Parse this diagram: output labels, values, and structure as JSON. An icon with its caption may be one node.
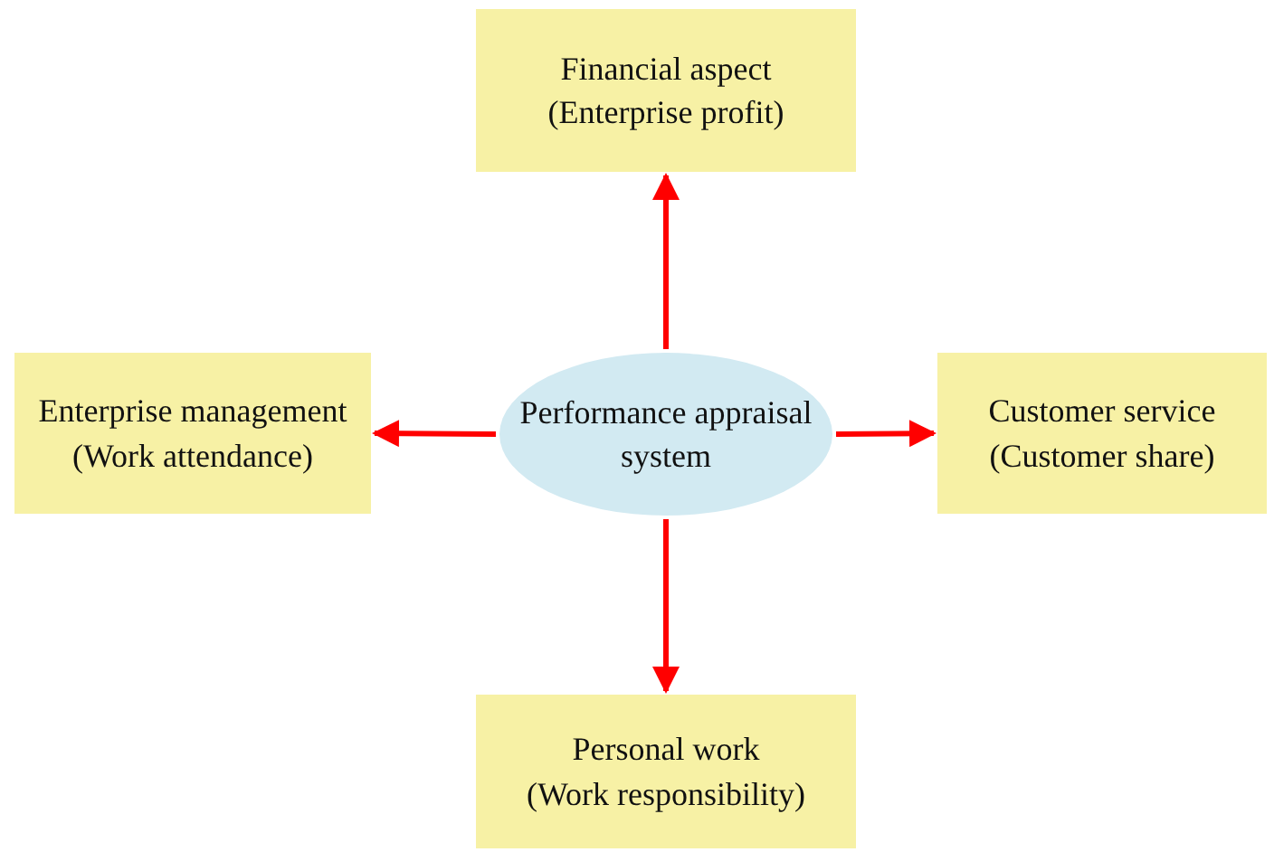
{
  "diagram": {
    "nodes": [
      {
        "text": [
          "Financial aspect",
          "(Enterprise profit)"
        ]
      },
      {
        "text": [
          "Enterprise management",
          "(Work attendance)"
        ]
      },
      {
        "text": [
          "Performance appraisal system"
        ]
      },
      {
        "text": [
          "Customer service",
          "(Customer share)"
        ]
      },
      {
        "text": [
          "Personal work",
          "(Work responsibility)"
        ]
      }
    ],
    "edges": [
      {
        "from": 2,
        "to": 0,
        "arrow": "to"
      },
      {
        "from": 2,
        "to": 1,
        "arrow": "to"
      },
      {
        "from": 2,
        "to": 3,
        "arrow": "to"
      },
      {
        "from": 2,
        "to": 4,
        "arrow": "to"
      }
    ]
  }
}
